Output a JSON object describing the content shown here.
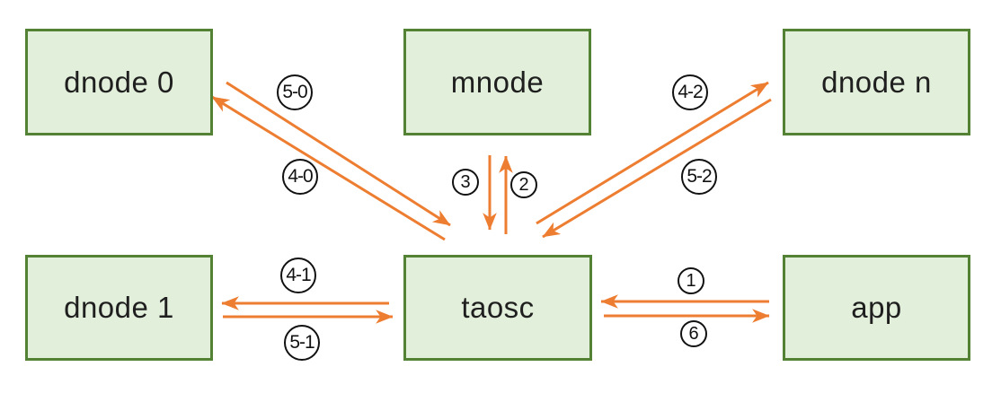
{
  "diagram": {
    "description": "Message flow diagram between app, taosc, mnode and data nodes",
    "colors": {
      "box_fill": "#e2efda",
      "box_border": "#548235",
      "arrow": "#ed7d31",
      "badge_border": "#111111",
      "text": "#1f1f1f"
    },
    "nodes": {
      "dnode0": {
        "label": "dnode 0"
      },
      "mnode": {
        "label": "mnode"
      },
      "dnoden": {
        "label": "dnode n"
      },
      "dnode1": {
        "label": "dnode 1"
      },
      "taosc": {
        "label": "taosc"
      },
      "app": {
        "label": "app"
      }
    },
    "steps": {
      "s1": {
        "label": "1",
        "from": "app",
        "to": "taosc"
      },
      "s2": {
        "label": "2",
        "from": "taosc",
        "to": "mnode"
      },
      "s3": {
        "label": "3",
        "from": "mnode",
        "to": "taosc"
      },
      "s4_0": {
        "label": "4-0",
        "from": "taosc",
        "to": "dnode 0"
      },
      "s5_0": {
        "label": "5-0",
        "from": "dnode 0",
        "to": "taosc"
      },
      "s4_1": {
        "label": "4-1",
        "from": "taosc",
        "to": "dnode 1"
      },
      "s5_1": {
        "label": "5-1",
        "from": "dnode 1",
        "to": "taosc"
      },
      "s4_2": {
        "label": "4-2",
        "from": "taosc",
        "to": "dnode n"
      },
      "s5_2": {
        "label": "5-2",
        "from": "dnode n",
        "to": "taosc"
      },
      "s6": {
        "label": "6",
        "from": "taosc",
        "to": "app"
      }
    }
  }
}
